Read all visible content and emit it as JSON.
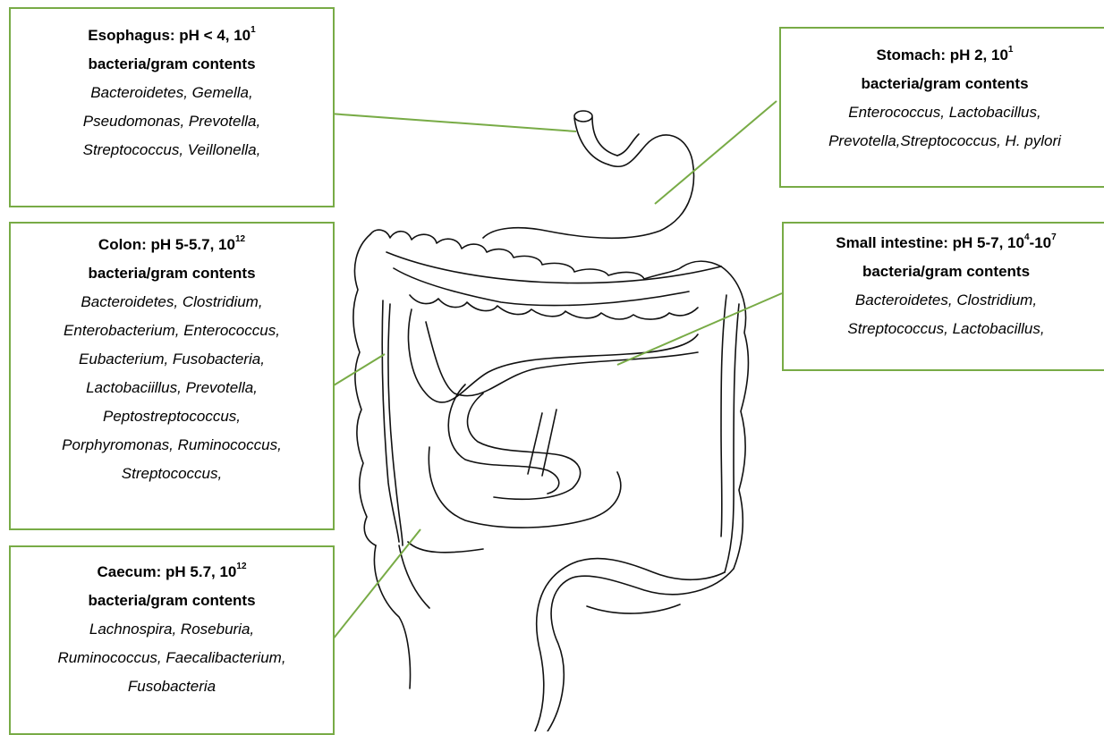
{
  "labels": {
    "esophagus": {
      "title": "Esophagus: pH < 4, 10",
      "title_sup": "1",
      "subtitle": "bacteria/gram contents",
      "organisms": [
        "Bacteroidetes, Gemella,",
        "Pseudomonas, Prevotella,",
        "Streptococcus, Veillonella,"
      ]
    },
    "stomach": {
      "title": "Stomach: pH 2, 10",
      "title_sup": "1",
      "subtitle": "bacteria/gram contents",
      "organisms": [
        "Enterococcus, Lactobacillus,",
        "Prevotella,Streptococcus, H. pylori"
      ]
    },
    "colon": {
      "title": "Colon: pH 5-5.7, 10",
      "title_sup": "12",
      "subtitle": "bacteria/gram contents",
      "organisms": [
        "Bacteroidetes, Clostridium,",
        "Enterobacterium, Enterococcus,",
        "Eubacterium, Fusobacteria,",
        "Lactobaciillus, Prevotella,",
        "Peptostreptococcus,",
        "Porphyromonas, Ruminococcus,",
        "Streptococcus,"
      ]
    },
    "small_intestine": {
      "title": "Small intestine: pH 5-7, 10",
      "title_sup": "4",
      "title_mid": "-10",
      "title_sup2": "7",
      "subtitle": "bacteria/gram contents",
      "organisms": [
        "Bacteroidetes, Clostridium,",
        "Streptococcus, Lactobacillus,"
      ]
    },
    "caecum": {
      "title": "Caecum: pH 5.7, 10",
      "title_sup": "12",
      "subtitle": "bacteria/gram contents",
      "organisms": [
        "Lachnospira, Roseburia,",
        "Ruminococcus, Faecalibacterium,",
        "Fusobacteria"
      ]
    }
  },
  "colors": {
    "box_border": "#78ab46",
    "leader_line": "#78ab46",
    "outline": "#111111"
  }
}
